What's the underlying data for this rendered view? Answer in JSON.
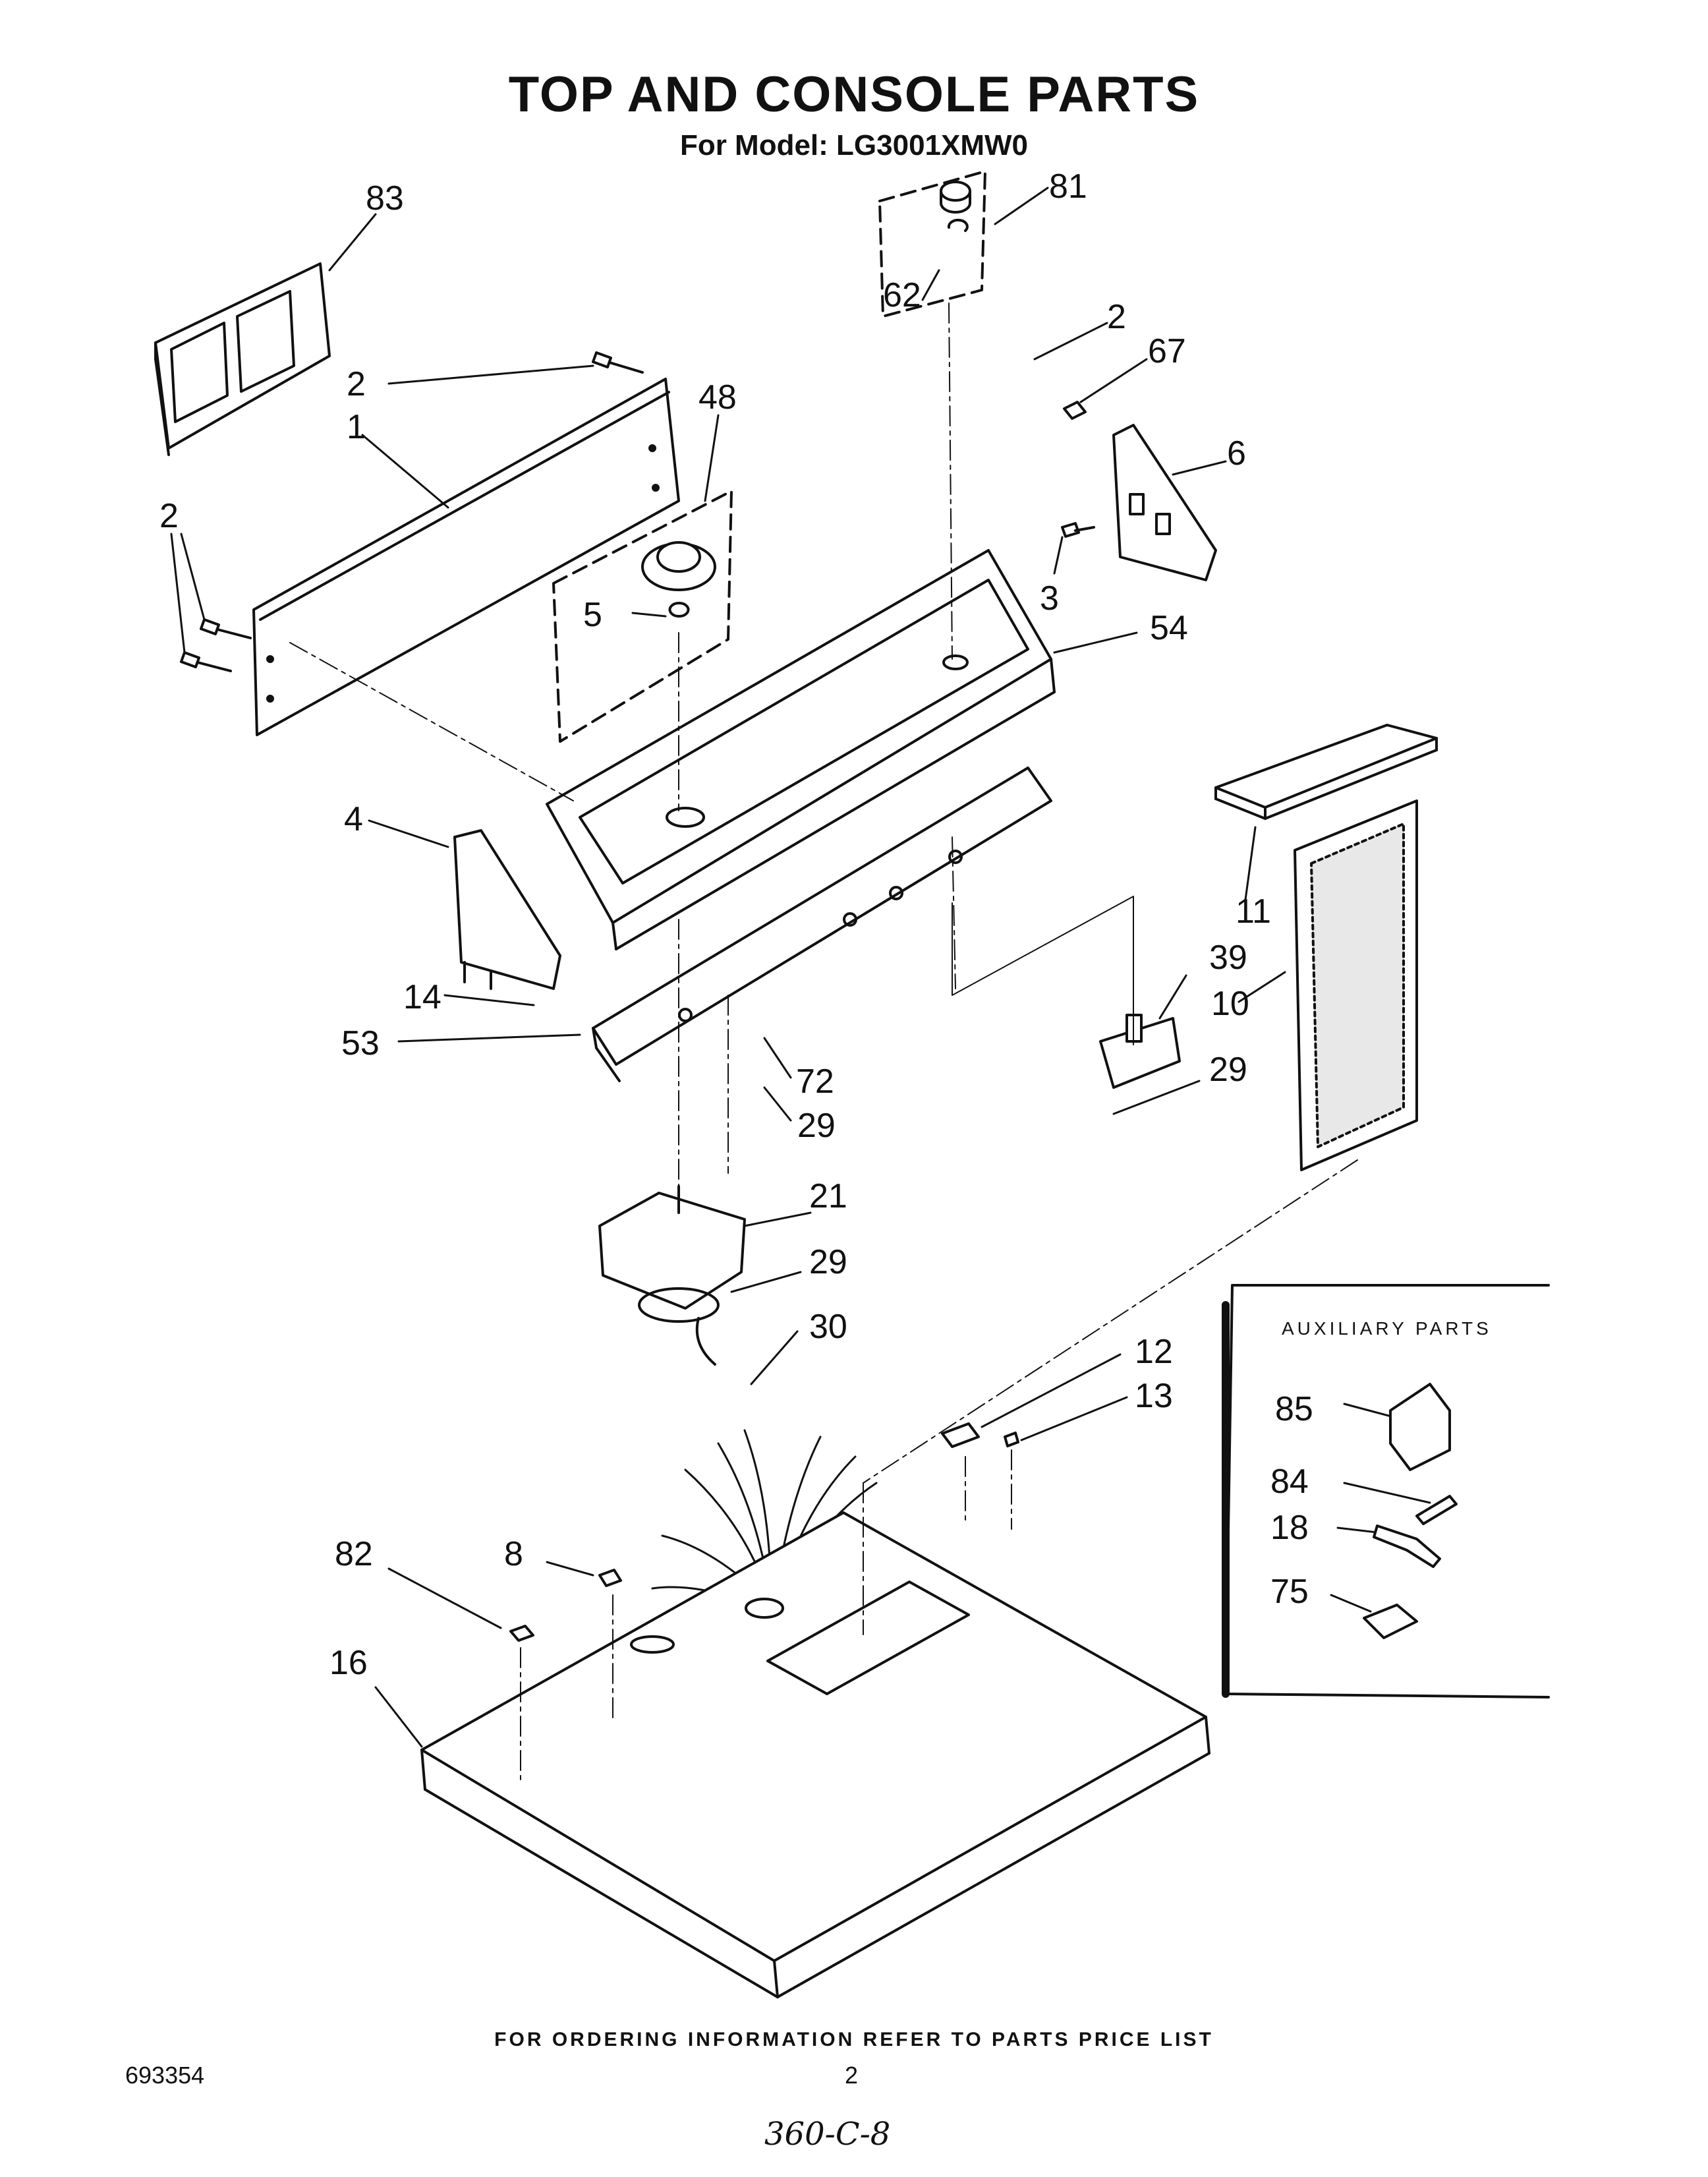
{
  "title": "TOP AND CONSOLE PARTS",
  "subtitle": "For Model: LG3001XMW0",
  "footer_note": "FOR ORDERING INFORMATION REFER TO PARTS PRICE LIST",
  "doc_number": "693354",
  "page_number": "2",
  "handwritten_code": "360-C-8",
  "auxiliary_title": "AUXILIARY PARTS",
  "callouts": {
    "c83": "83",
    "c2a": "2",
    "c1": "1",
    "c48": "48",
    "c2b": "2",
    "c5": "5",
    "c81": "81",
    "c62": "62",
    "c2c": "2",
    "c67": "67",
    "c6": "6",
    "c3": "3",
    "c54": "54",
    "c4": "4",
    "c14": "14",
    "c53": "53",
    "c72": "72",
    "c29a": "29",
    "c11": "11",
    "c39": "39",
    "c10": "10",
    "c29b": "29",
    "c21": "21",
    "c29c": "29",
    "c30": "30",
    "c12": "12",
    "c13": "13",
    "c82": "82",
    "c8": "8",
    "c16": "16",
    "c85": "85",
    "c84": "84",
    "c18": "18",
    "c75": "75"
  }
}
